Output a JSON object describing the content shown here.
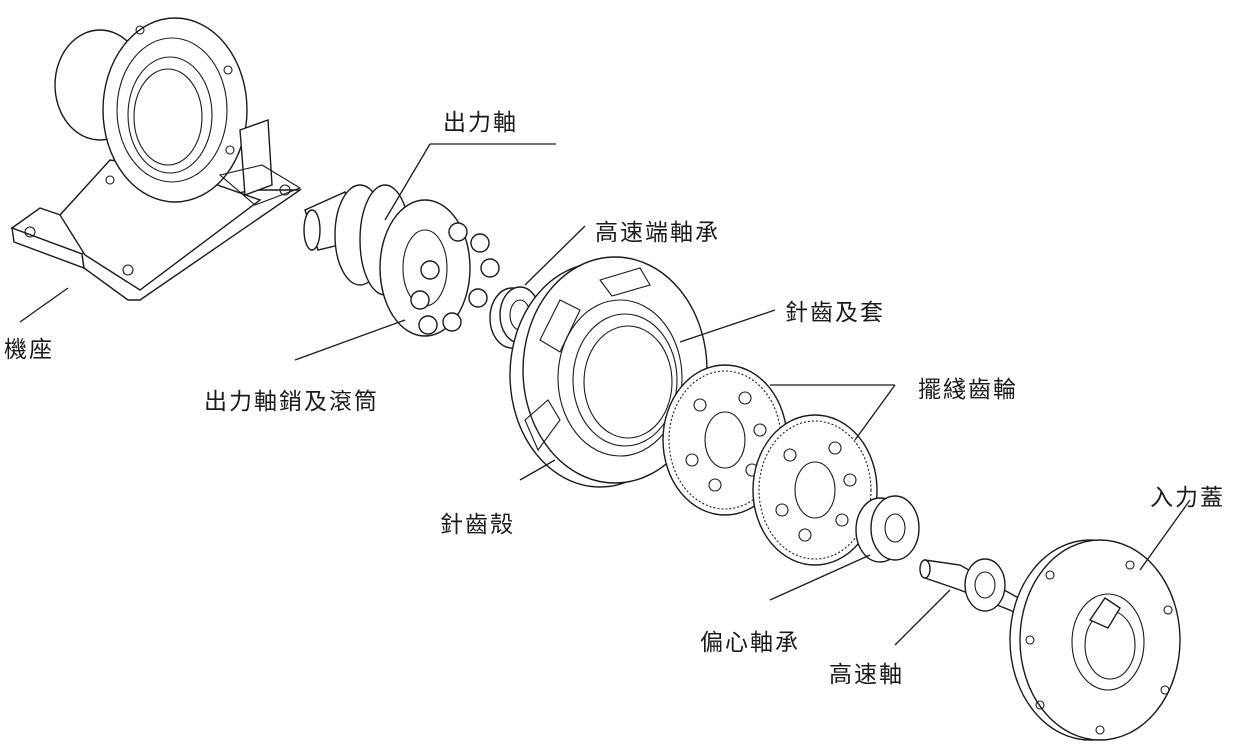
{
  "labels": {
    "output_shaft": "出力軸",
    "base": "機座",
    "output_pin_roller": "出力軸銷及滾筒",
    "high_speed_bearing": "高速端軸承",
    "pin_and_sleeve": "針齒及套",
    "pin_housing": "針齒殼",
    "cycloid_disc": "擺綫齒輪",
    "eccentric_bearing": "偏心軸承",
    "high_speed_shaft": "高速軸",
    "input_cover": "入力蓋"
  }
}
